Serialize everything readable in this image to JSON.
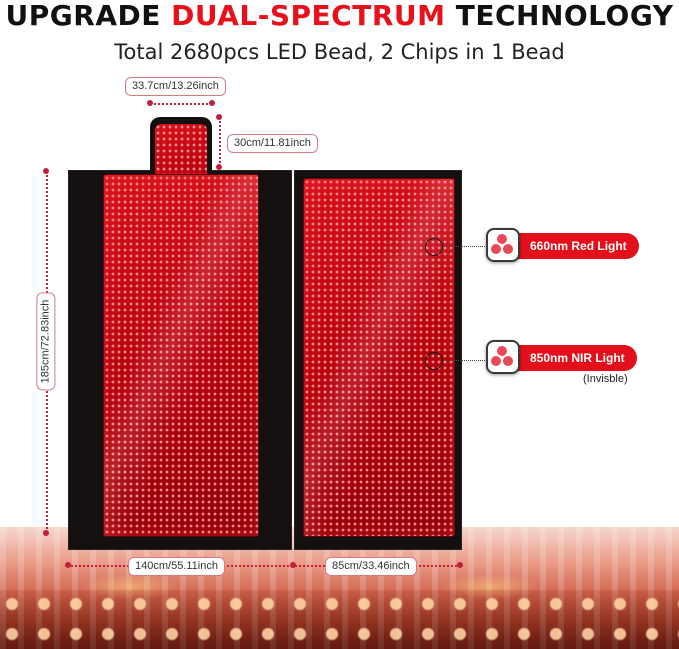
{
  "headline": {
    "part1": "UPGRADE ",
    "part2": "DUAL-SPECTRUM",
    "part3": " TECHNOLOGY"
  },
  "subtitle": "Total 2680pcs LED Bead, 2 Chips in 1 Bead",
  "dimensions": {
    "neck_width": "33.7cm/13.26inch",
    "neck_height": "30cm/11.81inch",
    "total_height": "185cm/72.83inch",
    "left_width": "140cm/55.11inch",
    "right_width": "85cm/33.46inch"
  },
  "callouts": {
    "red": {
      "label": "660nm Red Light",
      "icon": "led-chip-icon"
    },
    "nir": {
      "label": "850nm NIR Light",
      "note": "(Invisble)",
      "icon": "led-chip-icon"
    }
  },
  "colors": {
    "accent_red": "#e3101c",
    "headline_red": "#e8101a",
    "panel_black": "#141010"
  }
}
